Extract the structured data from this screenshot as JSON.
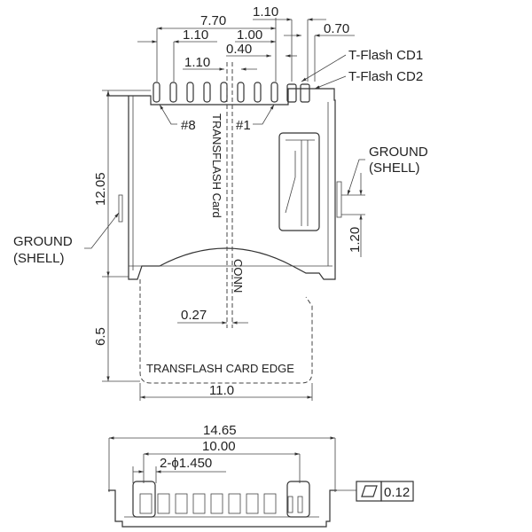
{
  "dimensions": {
    "d_7_70": "7.70",
    "d_1_10_top": "1.10",
    "d_0_70": "0.70",
    "d_1_10_mid": "1.10",
    "d_1_00": "1.00",
    "d_0_40": "0.40",
    "d_1_10_low": "1.10",
    "d_12_05": "12.05",
    "d_1_20": "1.20",
    "d_6_5": "6.5",
    "d_0_27": "0.27",
    "d_11_0": "11.0",
    "d_14_65": "14.65",
    "d_10_00": "10.00",
    "d_hole": "2-ϕ1.450",
    "flatness": "0.12"
  },
  "labels": {
    "cd1": "T-Flash CD1",
    "cd2": "T-Flash CD2",
    "pin8": "#8",
    "pin1": "#1",
    "card": "TRANSFLASH Card",
    "conn": "CONN",
    "ground_right_1": "GROUND",
    "ground_right_2": "(SHELL)",
    "ground_left_1": "GROUND",
    "ground_left_2": "(SHELL)",
    "card_edge": "TRANSFLASH CARD EDGE"
  }
}
